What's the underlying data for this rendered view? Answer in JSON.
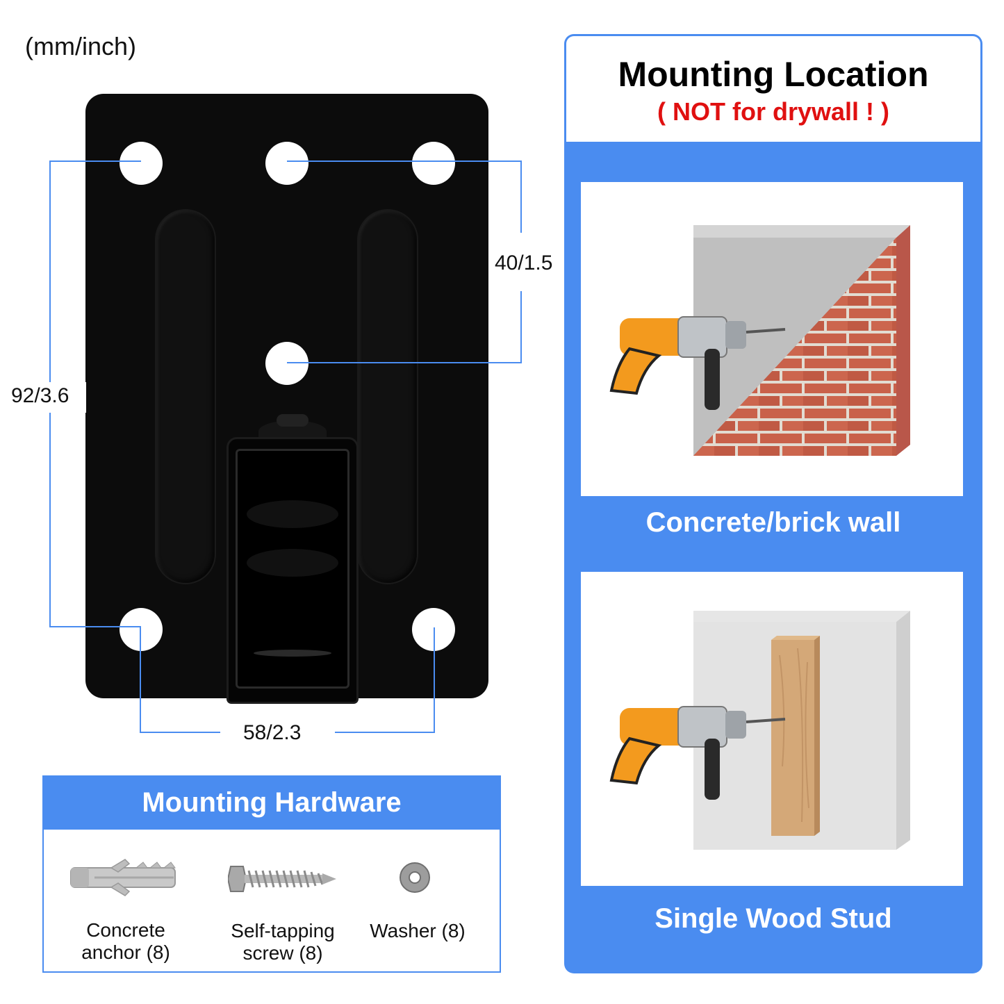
{
  "units_label": "(mm/inch)",
  "dimensions": {
    "height": "92/3.6",
    "top_spacing": "40/1.5",
    "width": "58/2.3"
  },
  "hardware": {
    "title": "Mounting Hardware",
    "items": [
      {
        "label_line1": "Concrete",
        "label_line2": "anchor (8)",
        "icon": "anchor-icon"
      },
      {
        "label_line1": "Self-tapping",
        "label_line2": "screw (8)",
        "icon": "screw-icon"
      },
      {
        "label_line1": "Washer (8)",
        "label_line2": "",
        "icon": "washer-icon"
      }
    ]
  },
  "location": {
    "title": "Mounting Location",
    "subtitle": "( NOT for drywall ! )",
    "cards": [
      {
        "label": "Concrete/brick wall"
      },
      {
        "label": "Single Wood Stud"
      }
    ]
  },
  "colors": {
    "accent_blue": "#4a8cf0",
    "warning_red": "#e01010",
    "plate_black": "#0c0c0c",
    "drill_orange": "#f39a1e"
  }
}
